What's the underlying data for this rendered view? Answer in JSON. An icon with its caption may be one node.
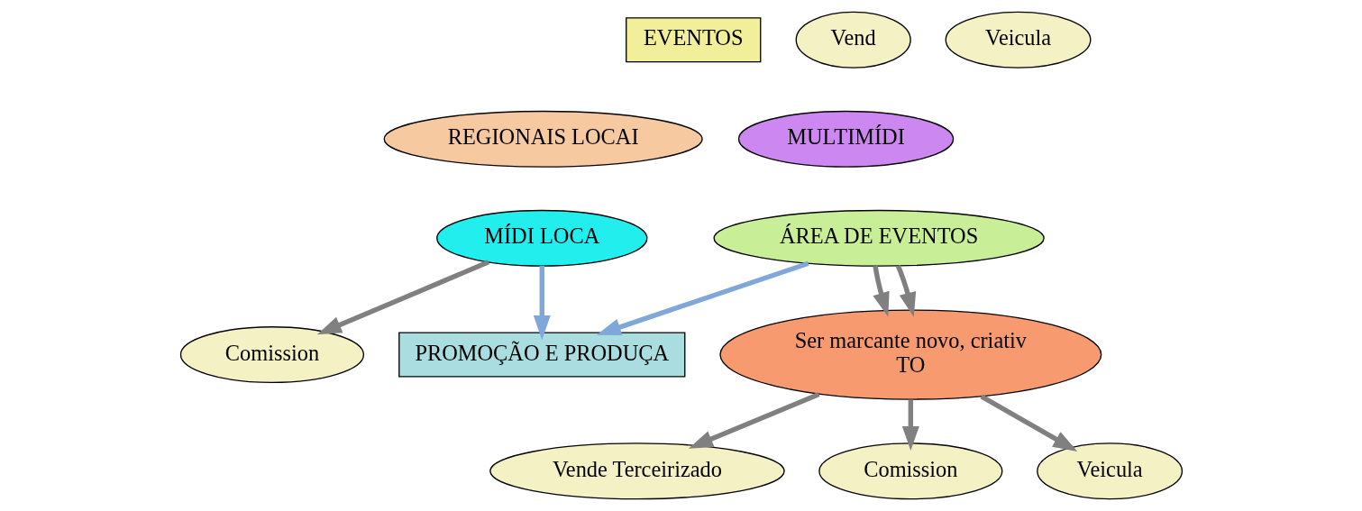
{
  "diagram": {
    "nodes": [
      {
        "text": [
          "EVENTOS"
        ]
      },
      {
        "text": [
          "REGIONAIS LOCAI"
        ]
      },
      {
        "text": [
          "MULTIMÍDI"
        ]
      },
      {
        "text": [
          "MÍDI LOCA"
        ]
      },
      {
        "text": [
          "ÁREA DE EVENTOS"
        ]
      },
      {
        "text": [
          "Vend"
        ]
      },
      {
        "text": [
          "Comission"
        ]
      },
      {
        "text": [
          "Veicula"
        ]
      },
      {
        "text": [
          "PROMOÇÃO E PRODUÇA"
        ]
      },
      {
        "text": [
          "Ser marcante novo, criativ",
          "TO"
        ]
      },
      {
        "text": [
          "Vende Terceirizado"
        ]
      },
      {
        "text": [
          "Comission"
        ]
      },
      {
        "text": [
          "Veicula"
        ]
      }
    ],
    "edges": [
      {
        "from": 3,
        "to": 6,
        "arrow": "to"
      },
      {
        "from": 3,
        "to": 8,
        "arrow": "to",
        "color": "#7fa7d9"
      },
      {
        "from": 4,
        "to": 8,
        "arrow": "to",
        "color": "#7fa7d9"
      },
      {
        "from": 4,
        "to": 9,
        "arrow": "to"
      },
      {
        "from": 4,
        "to": 9,
        "arrow": "to"
      },
      {
        "from": 9,
        "to": 10,
        "arrow": "to"
      },
      {
        "from": 9,
        "to": 11,
        "arrow": "to"
      },
      {
        "from": 9,
        "to": 12,
        "arrow": "to"
      }
    ]
  }
}
